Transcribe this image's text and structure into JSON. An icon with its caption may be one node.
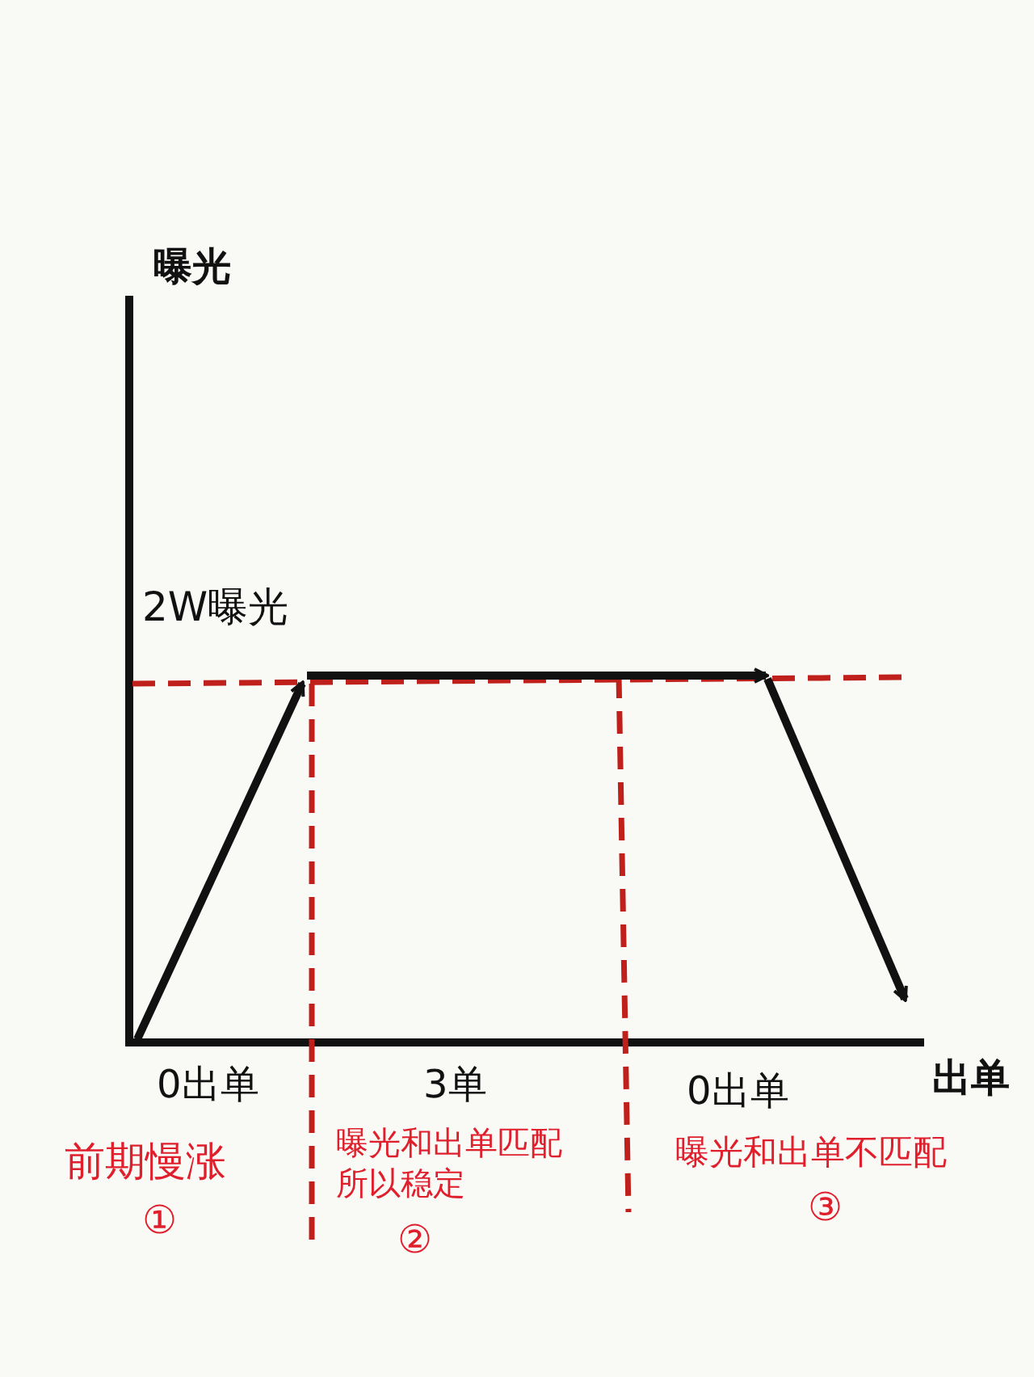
{
  "diagram": {
    "labels": [
      "曝光",
      "2W曝光",
      "0出单",
      "3单",
      "0出单",
      "出单",
      "前期慢涨",
      "曝光和出单匹配所以稳定",
      "曝光和出单不匹配",
      "①",
      "②",
      "③"
    ]
  }
}
